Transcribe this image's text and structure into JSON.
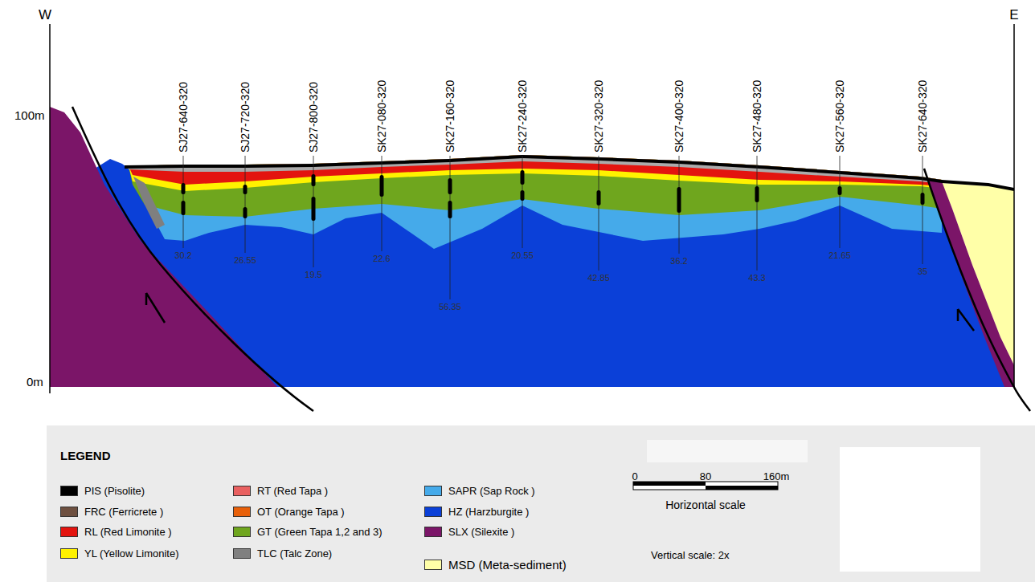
{
  "diagram": {
    "labels": [
      "W",
      "E",
      "100m",
      "0m",
      "SJ27-640-320",
      "SJ27-720-320",
      "SJ27-800-320",
      "SK27-080-320",
      "SK27-160-320",
      "SK27-240-320",
      "SK27-320-320",
      "SK27-400-320",
      "SK27-480-320",
      "SK27-560-320",
      "SK27-640-320",
      "30.2",
      "26.55",
      "19.5",
      "22.6",
      "56.35",
      "20.55",
      "42.85",
      "36.2",
      "43.3",
      "21.65",
      "35",
      "LEGEND",
      "0",
      "80",
      "160m",
      "Horizontal scale",
      "Vertical scale: 2x"
    ],
    "legend": [
      {
        "text": "PIS (Pisolite)",
        "color": "#000000"
      },
      {
        "text": "FRC (Ferricrete )",
        "color": "#6e5040"
      },
      {
        "text": "RL (Red Limonite )",
        "color": "#e3140f"
      },
      {
        "text": "YL (Yellow Limonite)",
        "color": "#fff200"
      },
      {
        "text": "RT (Red Tapa )",
        "color": "#e96060"
      },
      {
        "text": "OT (Orange Tapa )",
        "color": "#e8600a"
      },
      {
        "text": "GT (Green Tapa 1,2 and 3)",
        "color": "#6fa61e"
      },
      {
        "text": "TLC (Talc Zone)",
        "color": "#808080"
      },
      {
        "text": "SAPR (Sap Rock )",
        "color": "#45aaea"
      },
      {
        "text": "HZ (Harzburgite )",
        "color": "#0b40d8"
      },
      {
        "text": "SLX (Silexite )",
        "color": "#7b1568"
      },
      {
        "text": "MSD (Meta-sediment)",
        "color": "#ffffa8"
      }
    ]
  }
}
